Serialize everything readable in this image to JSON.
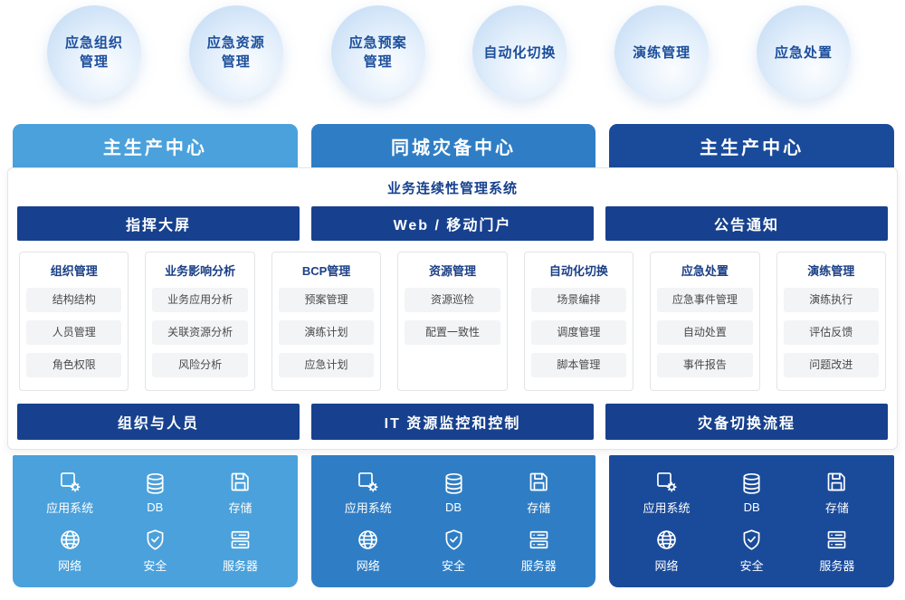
{
  "colors": {
    "primary_center": "#4BA1DB",
    "recovery_center": "#2F7EC5",
    "dark_center": "#1A4B9B",
    "navy_bar": "#17418E",
    "title_text": "#17418E",
    "circle_text": "#1B4E9B",
    "module_title_text": "#1A3F86"
  },
  "circles": [
    {
      "label": "应急组织\n管理"
    },
    {
      "label": "应急资源\n管理"
    },
    {
      "label": "应急预案\n管理"
    },
    {
      "label": "自动化切换"
    },
    {
      "label": "演练管理"
    },
    {
      "label": "应急处置"
    }
  ],
  "centers": [
    {
      "title": "主生产中心"
    },
    {
      "title": "同城灾备中心"
    },
    {
      "title": "主生产中心"
    }
  ],
  "system": {
    "title": "业务连续性管理系统",
    "portals": [
      {
        "label": "指挥大屏"
      },
      {
        "label": "Web / 移动门户"
      },
      {
        "label": "公告通知"
      }
    ],
    "modules": [
      {
        "title": "组织管理",
        "items": [
          "结构结构",
          "人员管理",
          "角色权限"
        ]
      },
      {
        "title": "业务影响分析",
        "items": [
          "业务应用分析",
          "关联资源分析",
          "风险分析"
        ]
      },
      {
        "title": "BCP管理",
        "items": [
          "预案管理",
          "演练计划",
          "应急计划"
        ]
      },
      {
        "title": "资源管理",
        "items": [
          "资源巡检",
          "配置一致性"
        ]
      },
      {
        "title": "自动化切换",
        "items": [
          "场景编排",
          "调度管理",
          "脚本管理"
        ]
      },
      {
        "title": "应急处置",
        "items": [
          "应急事件管理",
          "自动处置",
          "事件报告"
        ]
      },
      {
        "title": "演练管理",
        "items": [
          "演练执行",
          "评估反馈",
          "问题改进"
        ]
      }
    ],
    "processes": [
      {
        "label": "组织与人员"
      },
      {
        "label": "IT 资源监控和控制"
      },
      {
        "label": "灾备切换流程"
      }
    ]
  },
  "infrastructure": {
    "items": [
      {
        "icon": "app-system-icon",
        "label": "应用系统"
      },
      {
        "icon": "database-icon",
        "label": "DB"
      },
      {
        "icon": "storage-icon",
        "label": "存储"
      },
      {
        "icon": "network-icon",
        "label": "网络"
      },
      {
        "icon": "shield-icon",
        "label": "安全"
      },
      {
        "icon": "server-icon",
        "label": "服务器"
      }
    ]
  }
}
